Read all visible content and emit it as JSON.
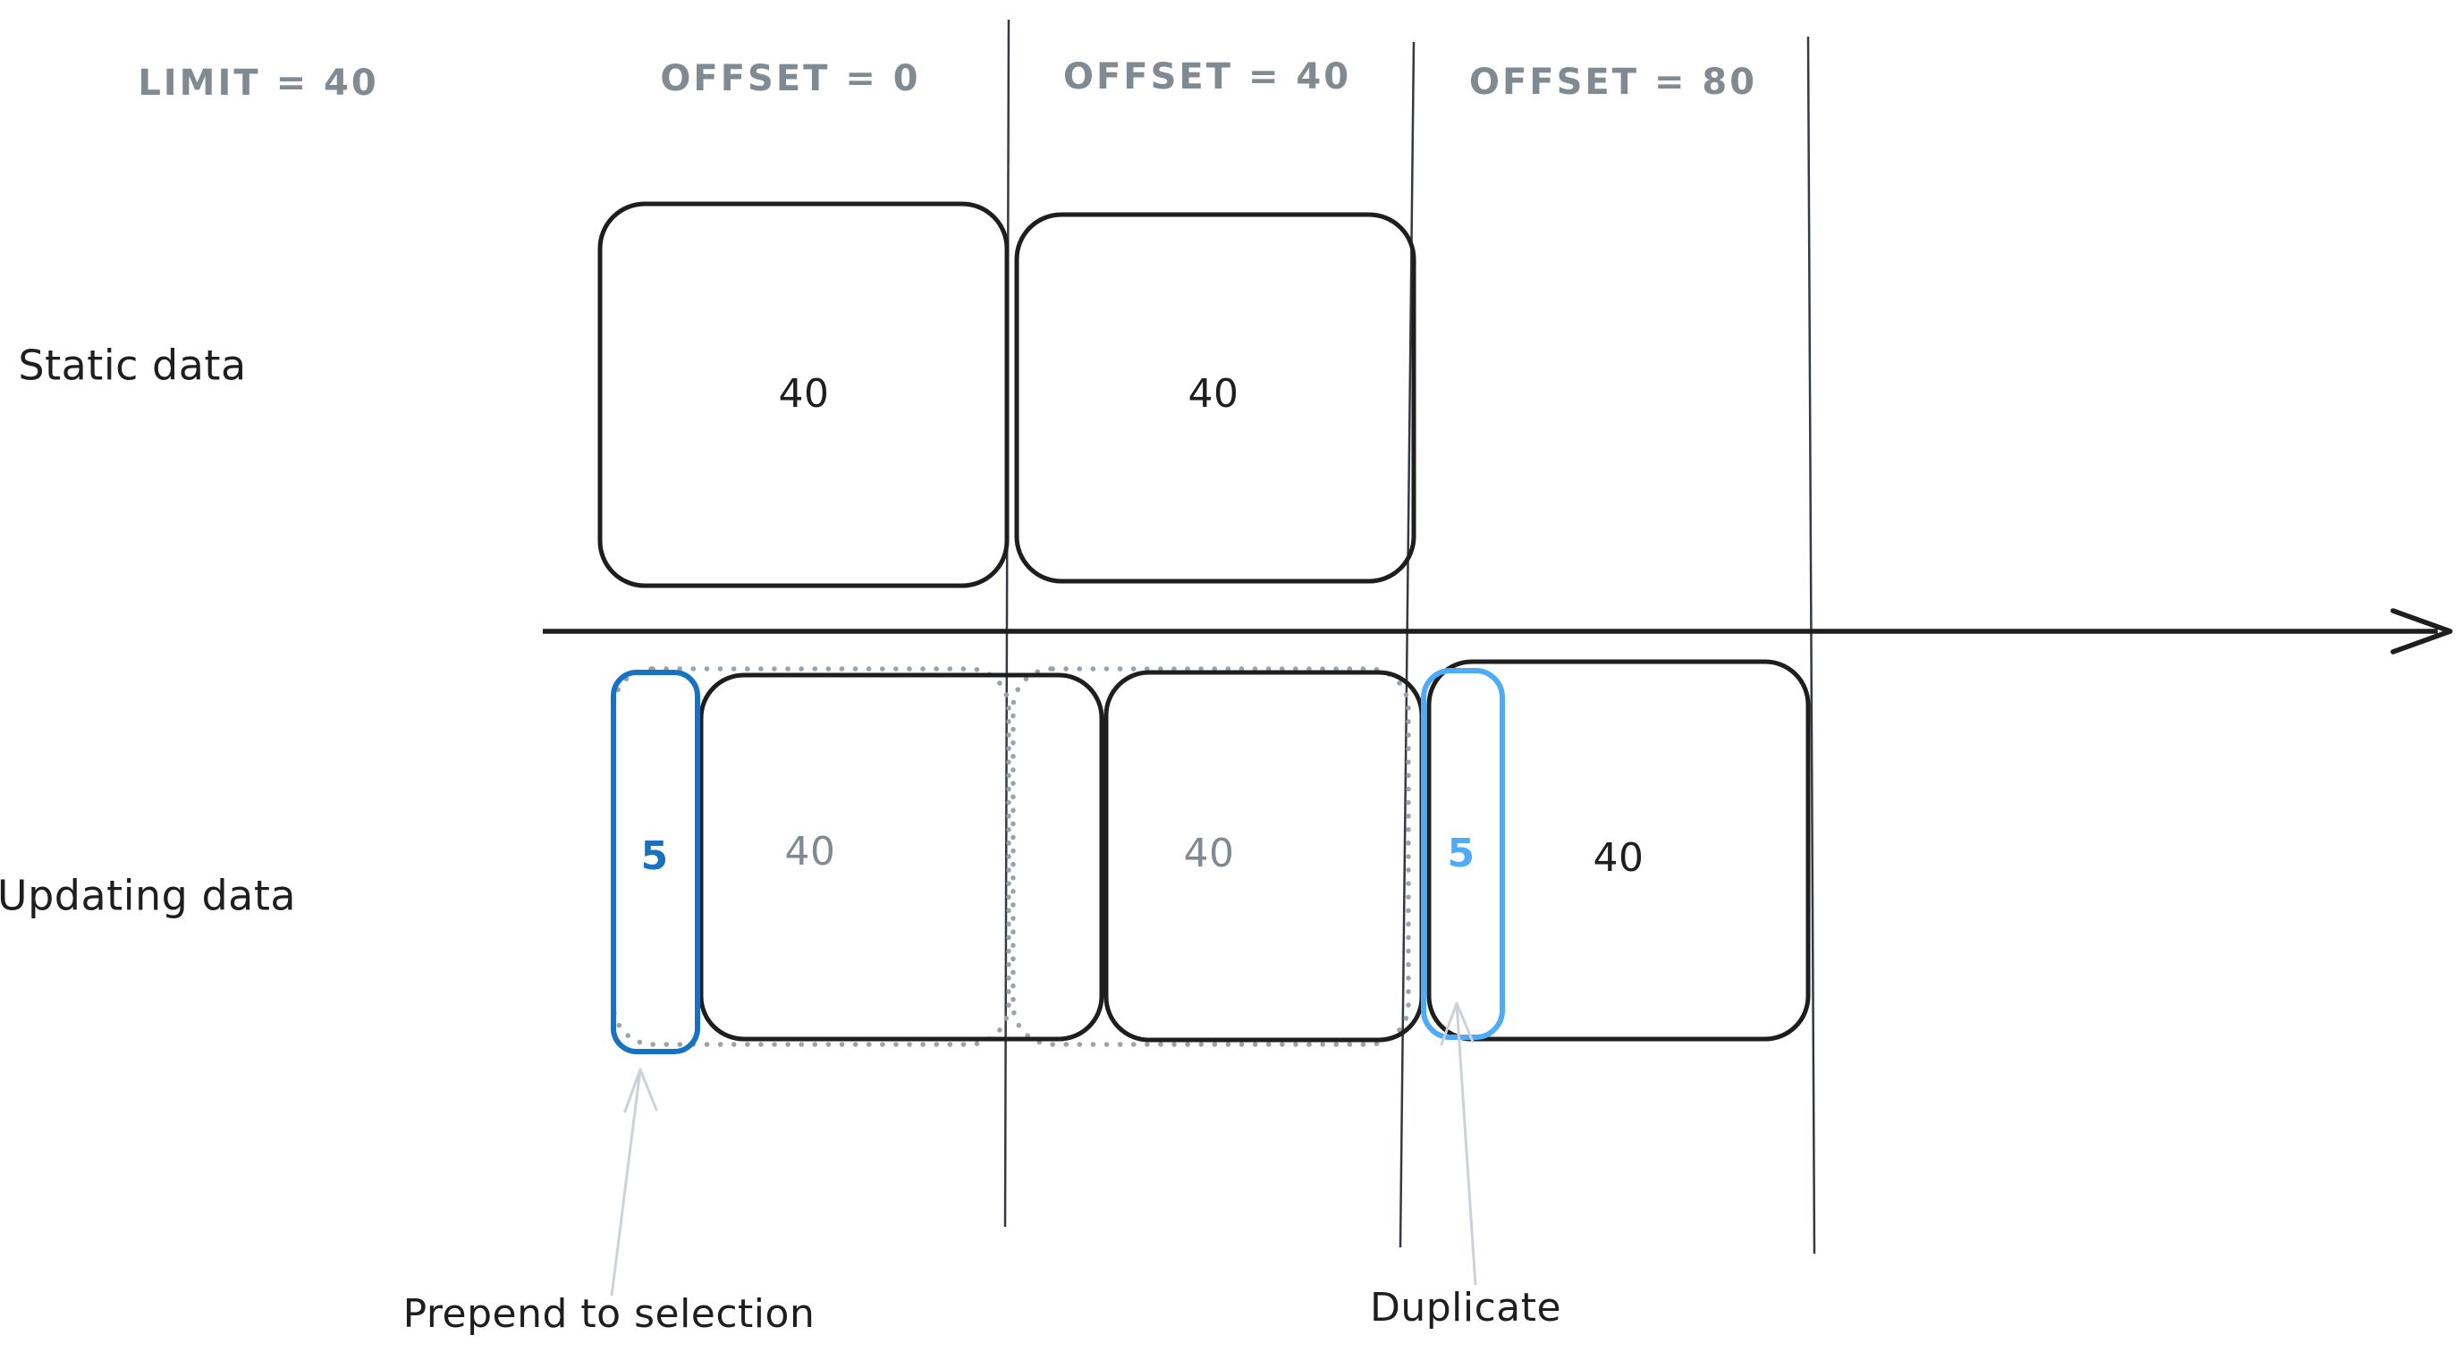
{
  "columns": {
    "limit": "LIMIT = 40",
    "offsets": [
      "OFFSET = 0",
      "OFFSET = 40",
      "OFFSET = 80"
    ]
  },
  "rows": {
    "static_label": "Static data",
    "updating_label": "Updating data"
  },
  "static_boxes": [
    {
      "count": "40"
    },
    {
      "count": "40"
    }
  ],
  "updating": {
    "prepended": {
      "count": "5"
    },
    "old_window_offset0": {
      "count": "40"
    },
    "old_window_offset40": {
      "count": "40"
    },
    "duplicated": {
      "count": "5"
    },
    "window_offset80": {
      "count": "40"
    }
  },
  "annotations": {
    "prepend": "Prepend to selection",
    "duplicate": "Duplicate"
  },
  "colors": {
    "stroke": "#1e1e1e",
    "muted_gray": "#808a93",
    "dotted_gray": "#9aa3ab",
    "blue_dark": "#1971c2",
    "blue_light": "#4dabf7",
    "annotation_arrow_gray": "#ccd2d8"
  }
}
